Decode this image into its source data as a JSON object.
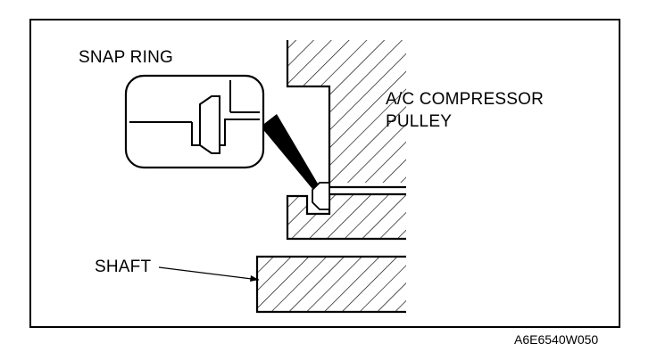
{
  "labels": {
    "snap_ring": "SNAP RING",
    "compressor_pulley_line1": "A/C COMPRESSOR",
    "compressor_pulley_line2": "PULLEY",
    "shaft": "SHAFT",
    "figure_code": "A6E6540W050"
  },
  "colors": {
    "ink": "#000000",
    "paper": "#ffffff"
  }
}
